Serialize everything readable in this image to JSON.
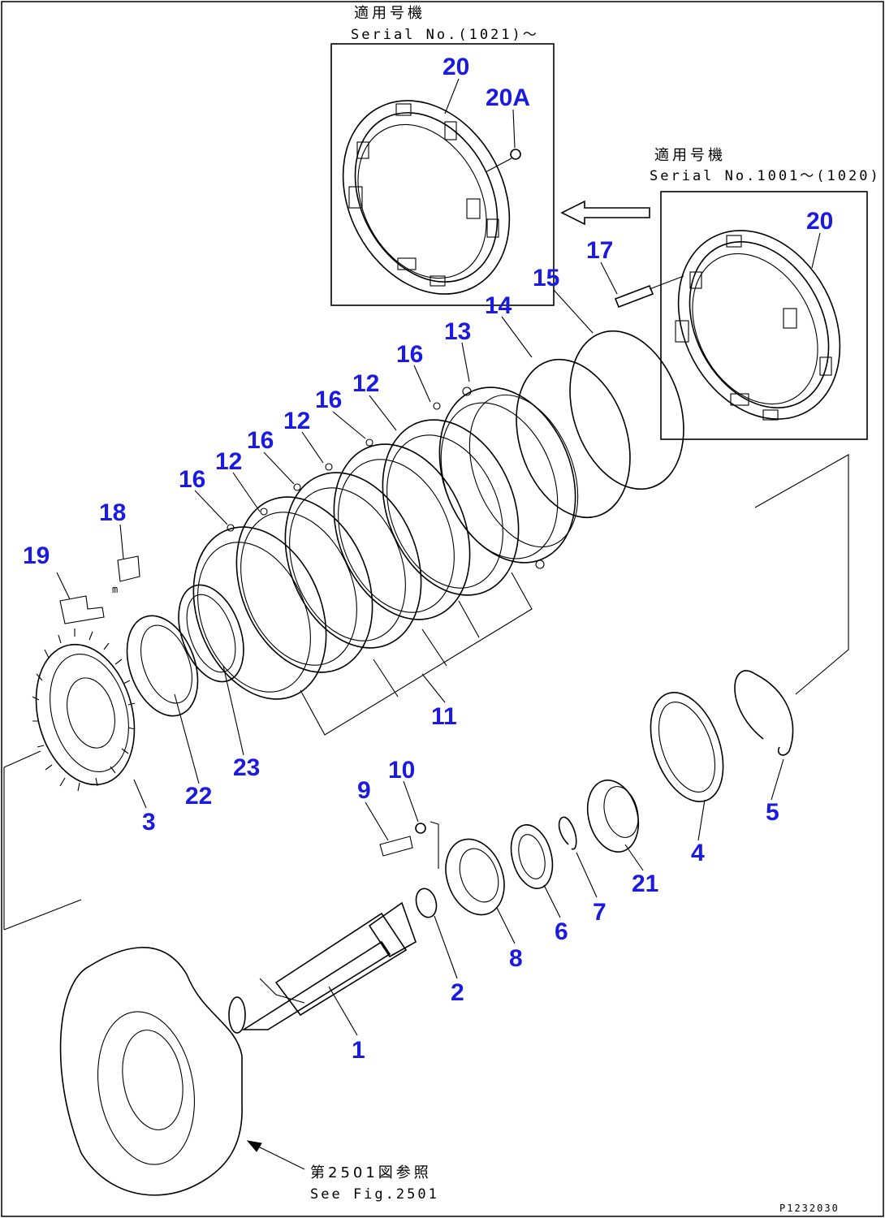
{
  "callouts": [
    {
      "id": "c20a",
      "label": "20"
    },
    {
      "id": "c20Aa",
      "label": "20A"
    },
    {
      "id": "c20b",
      "label": "20"
    },
    {
      "id": "c17",
      "label": "17"
    },
    {
      "id": "c15",
      "label": "15"
    },
    {
      "id": "c14",
      "label": "14"
    },
    {
      "id": "c13",
      "label": "13"
    },
    {
      "id": "c16a",
      "label": "16"
    },
    {
      "id": "c12a",
      "label": "12"
    },
    {
      "id": "c16b",
      "label": "16"
    },
    {
      "id": "c12b",
      "label": "12"
    },
    {
      "id": "c16c",
      "label": "16"
    },
    {
      "id": "c12c",
      "label": "12"
    },
    {
      "id": "c16d",
      "label": "16"
    },
    {
      "id": "c18",
      "label": "18"
    },
    {
      "id": "c19",
      "label": "19"
    },
    {
      "id": "c11",
      "label": "11"
    },
    {
      "id": "c23",
      "label": "23"
    },
    {
      "id": "c22",
      "label": "22"
    },
    {
      "id": "c3",
      "label": "3"
    },
    {
      "id": "c10",
      "label": "10"
    },
    {
      "id": "c9",
      "label": "9"
    },
    {
      "id": "c5",
      "label": "5"
    },
    {
      "id": "c4",
      "label": "4"
    },
    {
      "id": "c21",
      "label": "21"
    },
    {
      "id": "c7",
      "label": "7"
    },
    {
      "id": "c6",
      "label": "6"
    },
    {
      "id": "c8",
      "label": "8"
    },
    {
      "id": "c2",
      "label": "2"
    },
    {
      "id": "c1",
      "label": "1"
    }
  ],
  "notes": {
    "top_box_jp": "適用号機",
    "top_box_serial": "Serial No.(1021)～",
    "right_box_jp": "適用号機",
    "right_box_serial": "Serial No.1001～(1020)",
    "ref_jp": "第2501図参照",
    "ref_en": "See Fig.2501"
  },
  "drawing_code": "P1232030"
}
